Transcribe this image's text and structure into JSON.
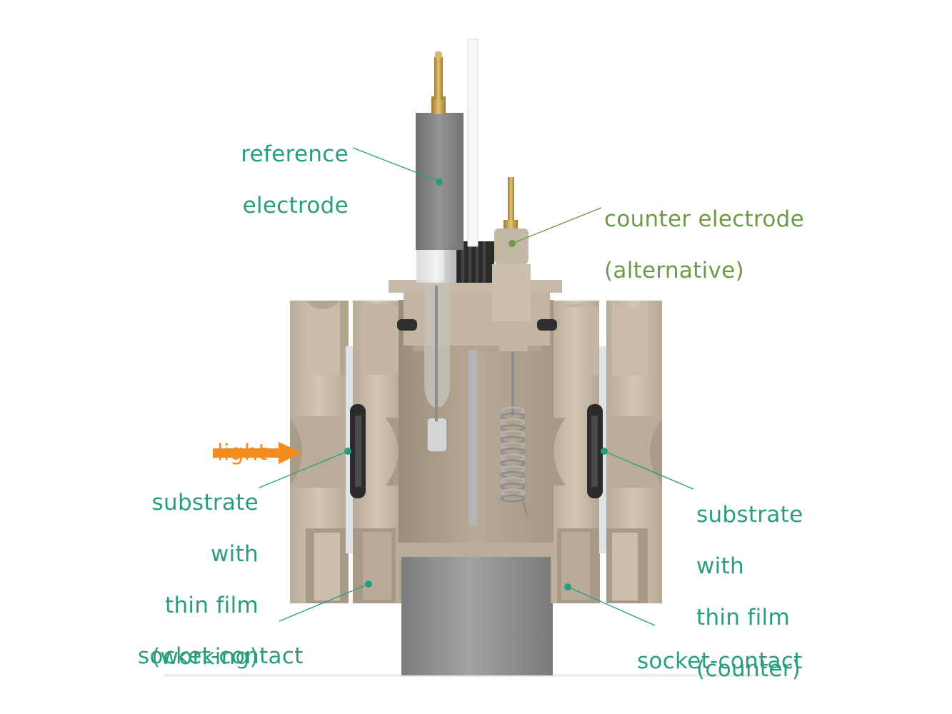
{
  "colors": {
    "teal": "#2a9d7f",
    "olive": "#6f9a45",
    "orange": "#f28c1e",
    "peek": "#c8bba8",
    "peek_dark": "#a89a86",
    "steel": "#8a8a8a",
    "rubber": "#2e2e2e",
    "brass": "#c9a44a"
  },
  "labels": {
    "reference_electrode": [
      "reference",
      "electrode"
    ],
    "counter_electrode_alt": [
      "counter electrode",
      "(alternative)"
    ],
    "light": "light",
    "substrate_working": [
      "substrate",
      "with",
      "thin film",
      "(working)"
    ],
    "substrate_counter": [
      "substrate",
      "with",
      "thin film",
      "(counter)"
    ],
    "socket_contact_left": "socket-contact",
    "socket_contact_right": "socket-contact"
  }
}
